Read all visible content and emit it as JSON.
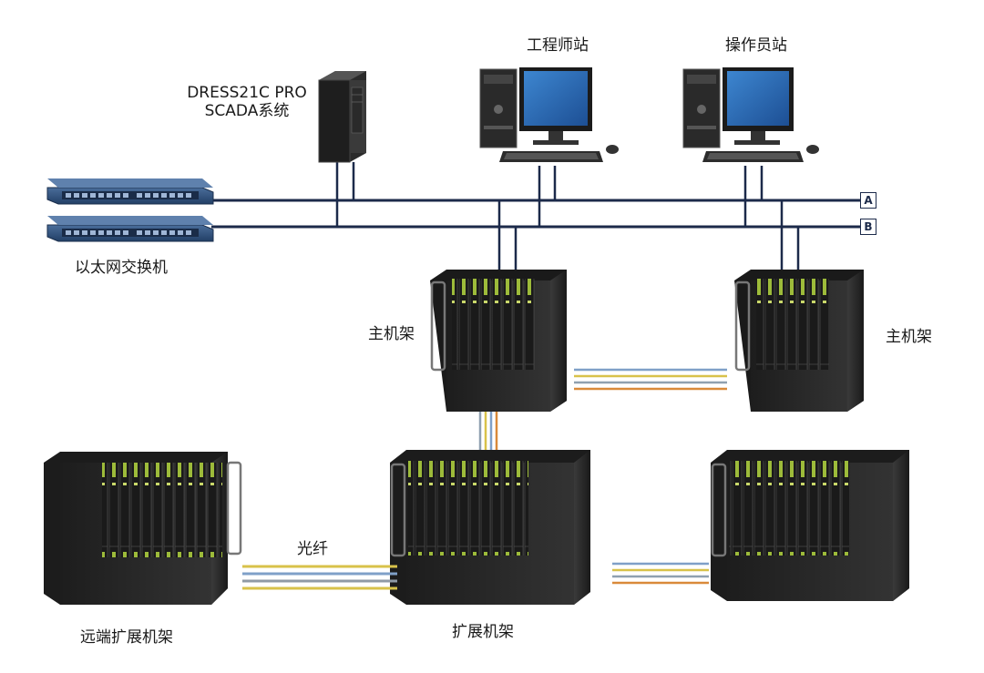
{
  "labels": {
    "scada_line1": "DRESS21C PRO",
    "scada_line2": "SCADA系统",
    "engineer_station": "工程师站",
    "operator_station": "操作员站",
    "ethernet_switch": "以太网交换机",
    "main_rack_left": "主机架",
    "main_rack_right": "主机架",
    "fiber": "光纤",
    "remote_expansion_rack": "远端扩展机架",
    "expansion_rack": "扩展机架"
  },
  "bus": {
    "a": "A",
    "b": "B"
  },
  "colors": {
    "bus_line": "#1c2a4a",
    "switch_blue": "#2f4f7a",
    "rack_dark": "#262626",
    "fiber_yellow": "#d8c24a",
    "fiber_blue": "#7fa0c8",
    "fiber_orange": "#d98a3a",
    "monitor_screen": "#2c6fb8"
  }
}
